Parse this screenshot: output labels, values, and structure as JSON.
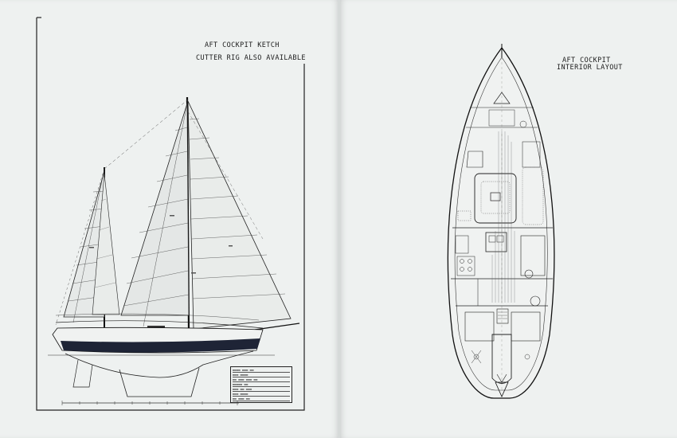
{
  "left_page": {
    "title": "AFT COCKPIT KETCH",
    "subtitle": "CUTTER RIG ALSO AVAILABLE"
  },
  "right_page": {
    "title_line1": "AFT COCKPIT",
    "title_line2": "INTERIOR LAYOUT"
  },
  "colors": {
    "paper": "#eef1f0",
    "ink": "#1c1c1c",
    "hull_stripe": "#1e2436"
  }
}
